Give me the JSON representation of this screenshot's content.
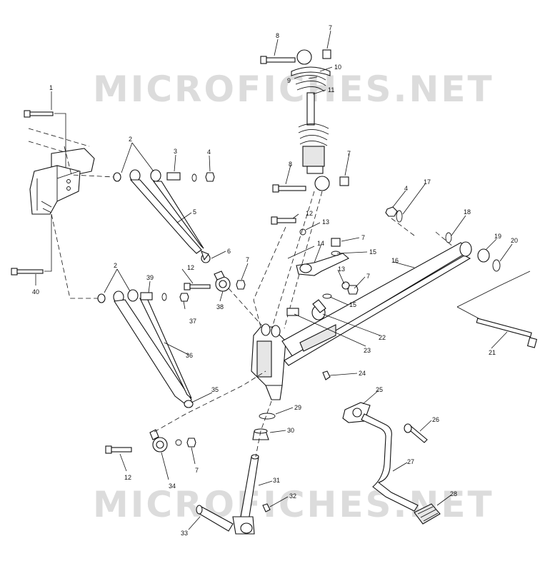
{
  "watermarks": [
    "MICROFICHES.NET",
    "MICROFICHES.NET"
  ],
  "callouts": [
    "1",
    "2",
    "3",
    "4",
    "5",
    "6",
    "7",
    "8",
    "9",
    "10",
    "11",
    "7",
    "8",
    "12",
    "13",
    "7",
    "14",
    "15",
    "13",
    "7",
    "15",
    "2",
    "39",
    "12",
    "37",
    "38",
    "7",
    "40",
    "36",
    "35",
    "34",
    "12",
    "7",
    "4",
    "17",
    "18",
    "19",
    "20",
    "16",
    "21",
    "22",
    "23",
    "24",
    "29",
    "30",
    "31",
    "32",
    "33",
    "25",
    "26",
    "27",
    "28"
  ]
}
